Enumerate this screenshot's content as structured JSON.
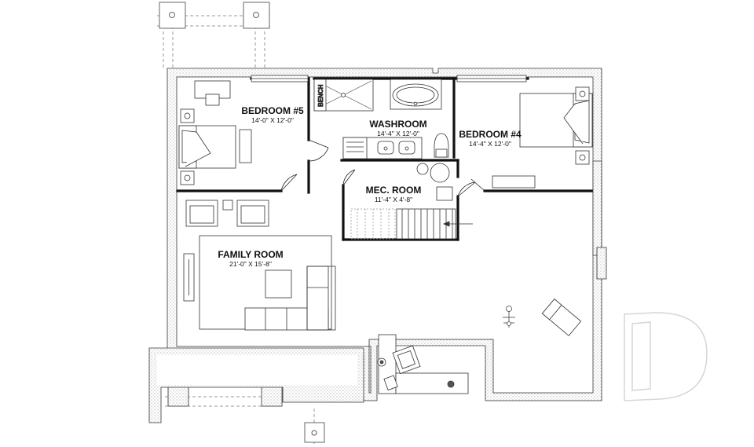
{
  "rooms": {
    "bedroom5": {
      "name": "BEDROOM #5",
      "dims": "14'-0\" X 12'-0\""
    },
    "washroom": {
      "name": "WASHROOM",
      "dims": "14'-4\" X 12'-0\""
    },
    "bedroom4": {
      "name": "BEDROOM #4",
      "dims": "14'-4\" X 12'-0\""
    },
    "mec_room": {
      "name": "MEC. ROOM",
      "dims": "11'-4\" X 4'-8\""
    },
    "family_room": {
      "name": "FAMILY ROOM",
      "dims": "21'-0\" X 15'-8\""
    }
  },
  "fixtures": {
    "bench": "BENCH"
  },
  "colors": {
    "wall": "#111111",
    "hatch": "#8a8a8a",
    "line": "#333333",
    "dashed": "#9a9a9a",
    "watermark": "#d6d6d6"
  }
}
